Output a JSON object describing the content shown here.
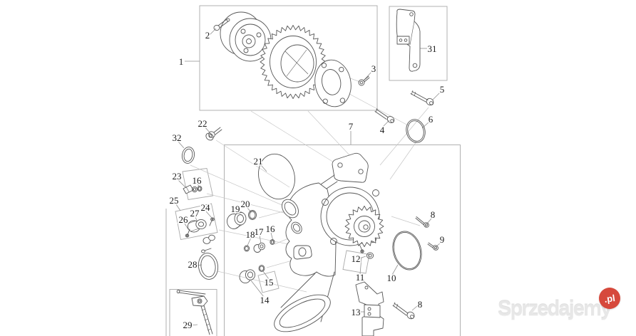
{
  "diagram": {
    "callouts": {
      "c1": "1",
      "c2": "2",
      "c3": "3",
      "c4": "4",
      "c5": "5",
      "c6": "6",
      "c7": "7",
      "c8a": "8",
      "c9": "9",
      "c10": "10",
      "c11": "11",
      "c12": "12",
      "c13": "13",
      "c14": "14",
      "c15": "15",
      "c16a": "16",
      "c17": "17",
      "c18": "18",
      "c19": "19",
      "c20": "20",
      "c21": "21",
      "c22": "22",
      "c23": "23",
      "c24": "24",
      "c25": "25",
      "c26": "26",
      "c27": "27",
      "c28": "28",
      "c29": "29",
      "c31": "31",
      "c32": "32",
      "c16b": "16",
      "c8b": "8"
    }
  },
  "watermark": {
    "text": "Sprzedajemy",
    "badge": ".pl"
  },
  "colors": {
    "line": "#565656",
    "box": "#a9a9a9",
    "leader": "#8f8f8f",
    "label": "#1c1c1c",
    "watermark_text": "#e7e7e7",
    "badge_bg": "#d6493c",
    "badge_text": "#ffffff"
  }
}
